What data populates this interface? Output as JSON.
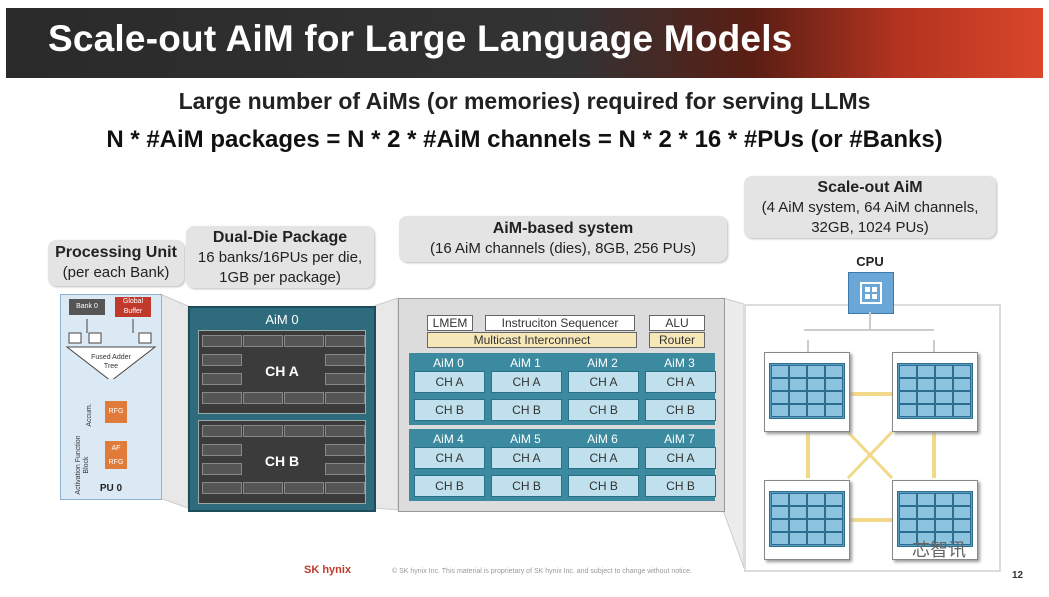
{
  "slide": {
    "title": "Scale-out AiM for Large Language Models",
    "subtitle_1": "Large number of AiMs (or memories) required for serving LLMs",
    "subtitle_2": "N * #AiM packages = N * 2 * #AiM channels = N * 2 * 16 * #PUs (or #Banks)",
    "page_number": "12"
  },
  "labels": {
    "pu_title": "Processing Unit",
    "pu_sub": "(per each Bank)",
    "dual_title": "Dual-Die Package",
    "dual_sub1": "16 banks/16PUs per die,",
    "dual_sub2": "1GB per package)",
    "sys_title": "AiM-based system",
    "sys_sub": "(16 AiM channels (dies), 8GB, 256 PUs)",
    "scale_title": "Scale-out AiM",
    "scale_sub1": "(4 AiM system, 64 AiM channels,",
    "scale_sub2": "32GB, 1024 PUs)"
  },
  "pu_diagram": {
    "bank": "Bank 0",
    "buffer": "Global Buffer",
    "adder": "Fused Adder Tree",
    "accum": "Accum.",
    "activation": "Activation Function Block",
    "reg1": "RFG",
    "reg2": "RFG",
    "af": "AF",
    "label": "PU 0"
  },
  "dual_die": {
    "name": "AiM 0",
    "ch_a": "CH A",
    "ch_b": "CH B"
  },
  "aim_system": {
    "lmem": "LMEM",
    "sequencer": "Instruciton Sequencer",
    "alu": "ALU",
    "interconnect": "Multicast Interconnect",
    "router": "Router",
    "aims": [
      "AiM 0",
      "AiM 1",
      "AiM 2",
      "AiM 3",
      "AiM 4",
      "AiM 5",
      "AiM 6",
      "AiM 7"
    ],
    "ch_a": "CH A",
    "ch_b": "CH B"
  },
  "scale_out": {
    "cpu": "CPU"
  },
  "footer": {
    "brand": "SK hynix",
    "notice": "© SK hynix Inc. This material is proprietary of SK hynix Inc. and subject to change without notice.",
    "watermark": "芯智讯"
  },
  "colors": {
    "title_bg": "#2a2a2a",
    "accent_red": "#d9472b",
    "aim_teal": "#3b8aa0",
    "channel_light": "#bfe0ec",
    "cpu_blue": "#6aa6d6"
  }
}
